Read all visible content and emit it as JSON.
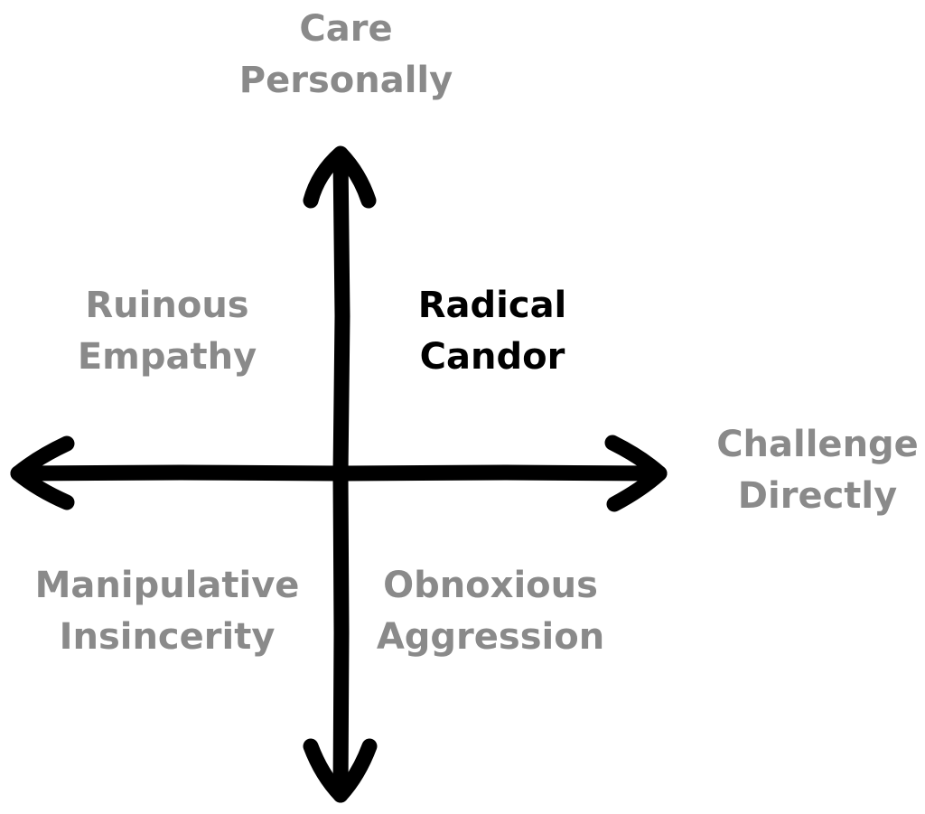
{
  "axes": {
    "vertical": {
      "label_line1": "Care",
      "label_line2": "Personally"
    },
    "horizontal": {
      "label_line1": "Challenge",
      "label_line2": "Directly"
    },
    "stroke_color": "#000000"
  },
  "quadrants": {
    "top_left": {
      "line1": "Ruinous",
      "line2": "Empathy"
    },
    "top_right": {
      "line1": "Radical",
      "line2": "Candor"
    },
    "bottom_left": {
      "line1": "Manipulative",
      "line2": "Insincerity"
    },
    "bottom_right": {
      "line1": "Obnoxious",
      "line2": "Aggression"
    }
  },
  "colors": {
    "muted_text": "#8a8a8a",
    "highlight_text": "#000000",
    "background": "#ffffff"
  }
}
